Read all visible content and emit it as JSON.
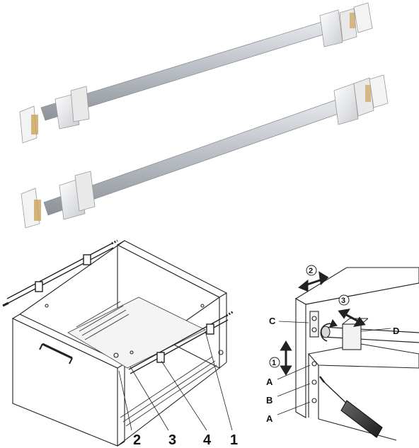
{
  "drawer_callouts": [
    "2",
    "3",
    "4",
    "1"
  ],
  "detail_arrows": [
    "2",
    "3",
    "1"
  ],
  "detail_points": [
    "C",
    "D",
    "A",
    "B",
    "A"
  ]
}
